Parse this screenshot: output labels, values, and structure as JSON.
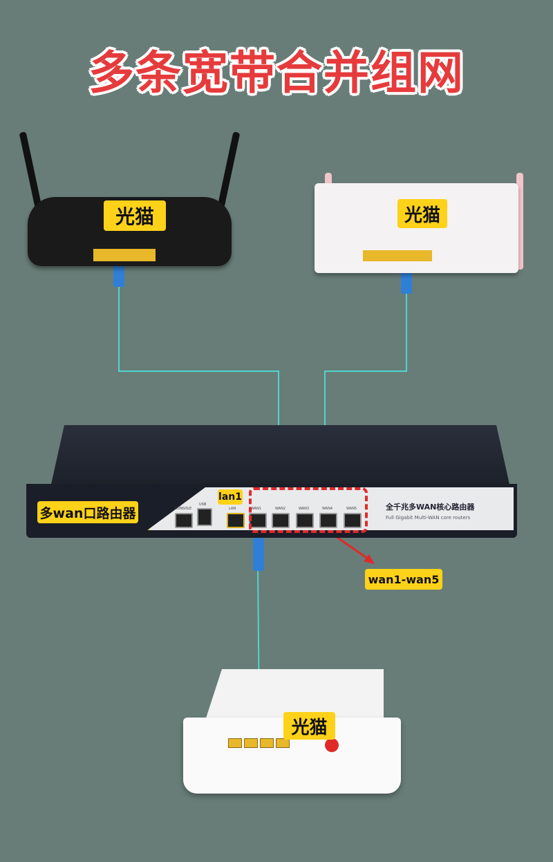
{
  "title": "多条宽带合并组网",
  "modems": [
    {
      "label": "光猫"
    },
    {
      "label": "光猫"
    },
    {
      "label": "光猫"
    }
  ],
  "router": {
    "label": "多wan口路由器",
    "lan_label": "lan1",
    "wan_range_label": "wan1-wan5",
    "brand_cn": "全千兆多WAN核心路由器",
    "brand_en": "Full Gigabit Multi-WAN core routers",
    "ports": [
      "CONSOLE",
      "USB",
      "LAN",
      "WAN1",
      "WAN2",
      "WAN3",
      "WAN4",
      "WAN5"
    ]
  },
  "colors": {
    "background": "#687d77",
    "title": "#e63b3c",
    "tag": "#ffd21a",
    "cable": "#4fd6d0",
    "highlight": "#e02a2a"
  }
}
